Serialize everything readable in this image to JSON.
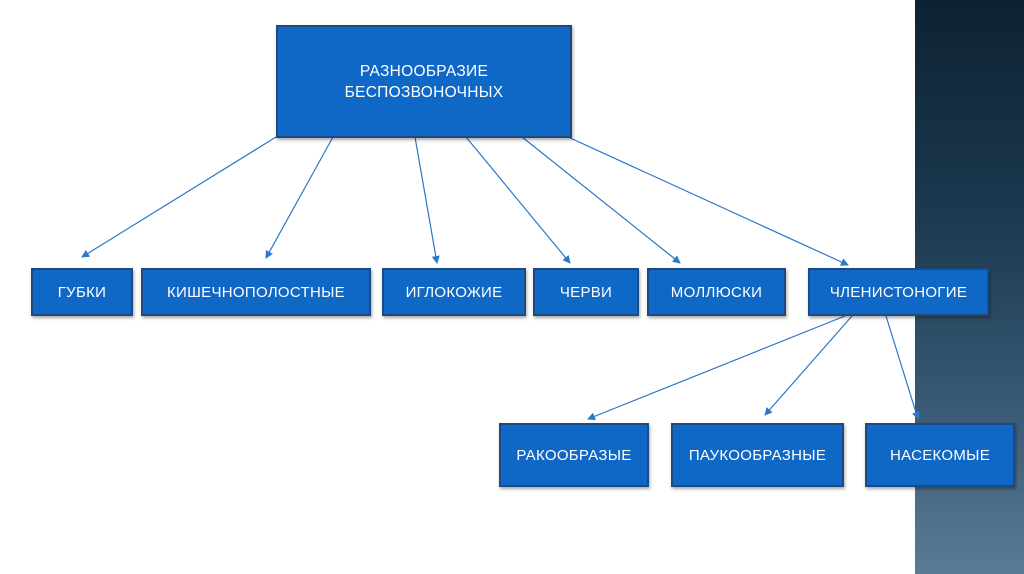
{
  "root": {
    "line1": "РАЗНООБРАЗИЕ",
    "line2": "БЕСПОЗВОНОЧНЫХ"
  },
  "groups": [
    "ГУБКИ",
    "КИШЕЧНОПОЛОСТНЫЕ",
    "ИГЛОКОЖИЕ",
    "ЧЕРВИ",
    "МОЛЛЮСКИ",
    "ЧЛЕНИСТОНОГИЕ"
  ],
  "arthropods": [
    "РАКООБРАЗЫЕ",
    "ПАУКООБРАЗНЫЕ",
    "НАСЕКОМЫЕ"
  ],
  "colors": {
    "box": "#1068c6",
    "border": "#1d4a80",
    "arrow": "#2a78c8"
  }
}
